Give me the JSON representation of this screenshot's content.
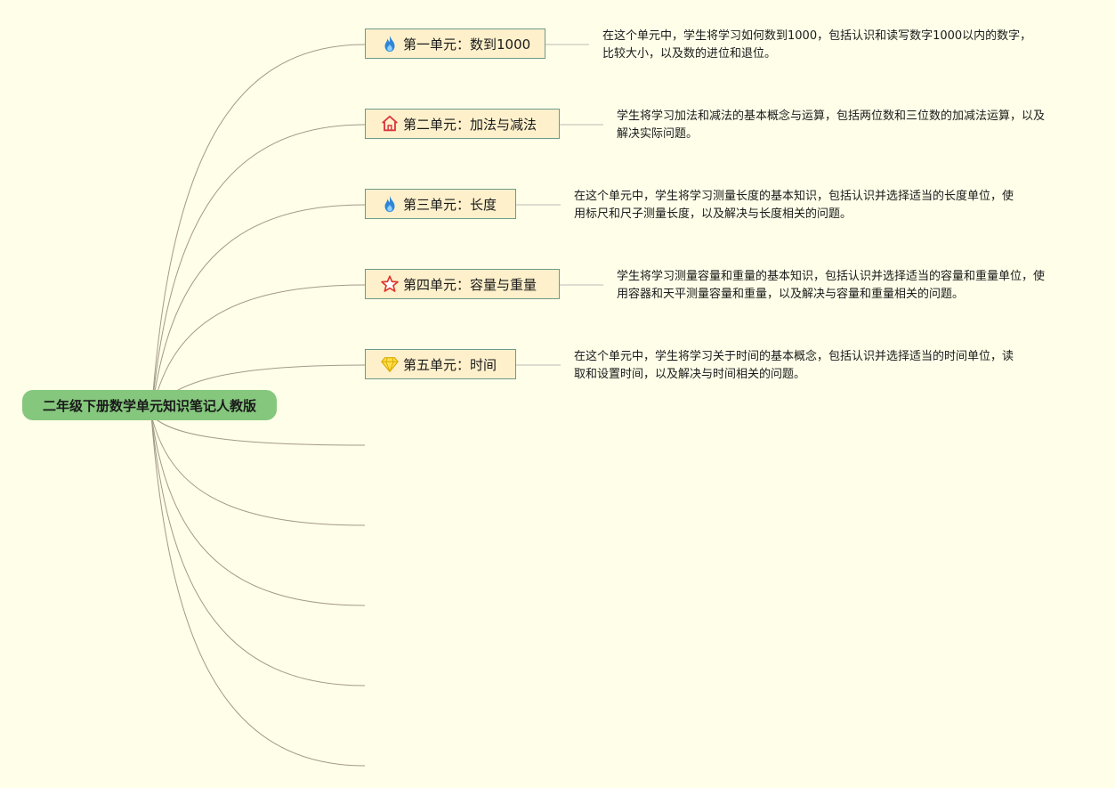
{
  "root": {
    "label": "二年级下册数学单元知识笔记人教版"
  },
  "units": [
    {
      "label": "第一单元：数到1000",
      "icon": "fire-icon",
      "desc": "在这个单元中，学生将学习如何数到1000，包括认识和读写数字1000以内的数字，比较大小，以及数的进位和退位。"
    },
    {
      "label": "第二单元：加法与减法",
      "icon": "home-icon",
      "desc": "学生将学习加法和减法的基本概念与运算，包括两位数和三位数的加减法运算，以及解决实际问题。"
    },
    {
      "label": "第三单元：长度",
      "icon": "fire-icon",
      "desc": "在这个单元中，学生将学习测量长度的基本知识，包括认识并选择适当的长度单位，使用标尺和尺子测量长度，以及解决与长度相关的问题。"
    },
    {
      "label": "第四单元：容量与重量",
      "icon": "star-icon",
      "desc": "学生将学习测量容量和重量的基本知识，包括认识并选择适当的容量和重量单位，使用容器和天平测量容量和重量，以及解决与容量和重量相关的问题。"
    },
    {
      "label": "第五单元：时间",
      "icon": "diamond-icon",
      "desc": "在这个单元中，学生将学习关于时间的基本概念，包括认识并选择适当的时间单位，读取和设置时间，以及解决与时间相关的问题。"
    }
  ],
  "colors": {
    "background": "#fefee9",
    "root_fill": "#85c77d",
    "topic_fill": "#fdf0cb",
    "topic_border": "#6f9a8a",
    "connector": "#a39a86"
  }
}
